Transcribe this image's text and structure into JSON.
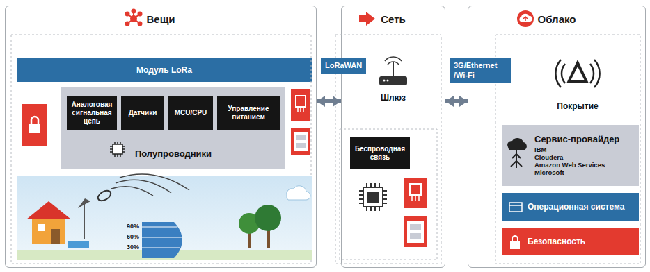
{
  "diagram": {
    "nodes": [
      {
        "text": [
          "Вещи"
        ]
      },
      {
        "text": [
          "Модуль LoRa"
        ],
        "in": 0
      },
      {
        "text": [
          "Полупроводники"
        ],
        "in": 0
      },
      {
        "text": [
          "Аналоговая сигнальная цепь"
        ],
        "in": 2
      },
      {
        "text": [
          "Датчики"
        ],
        "in": 2
      },
      {
        "text": [
          "MCU/CPU"
        ],
        "in": 2
      },
      {
        "text": [
          "Управление питанием"
        ],
        "in": 2
      },
      {
        "text": [
          "Сеть"
        ]
      },
      {
        "text": [
          "Беспроводная связь"
        ],
        "in": 7
      },
      {
        "text": [
          "Облако"
        ]
      },
      {
        "text": [
          "Сервис-провайдер",
          "IBM",
          "Cloudera",
          "Amazon Web Services",
          "Microsoft"
        ],
        "in": 9
      },
      {
        "text": [
          "Операционная система"
        ],
        "in": 9
      },
      {
        "text": [
          "Безопасность"
        ],
        "in": 9
      }
    ],
    "edges": [
      {
        "from": 0,
        "to": 7,
        "arrow": "both",
        "label": "LoRaWAN"
      },
      {
        "from": 7,
        "to": 9,
        "arrow": "both",
        "label": "3G/Ethernet /Wi-Fi"
      }
    ],
    "labels": [
      "Шлюз",
      "Покрытие",
      "90%",
      "60%",
      "30%"
    ]
  }
}
